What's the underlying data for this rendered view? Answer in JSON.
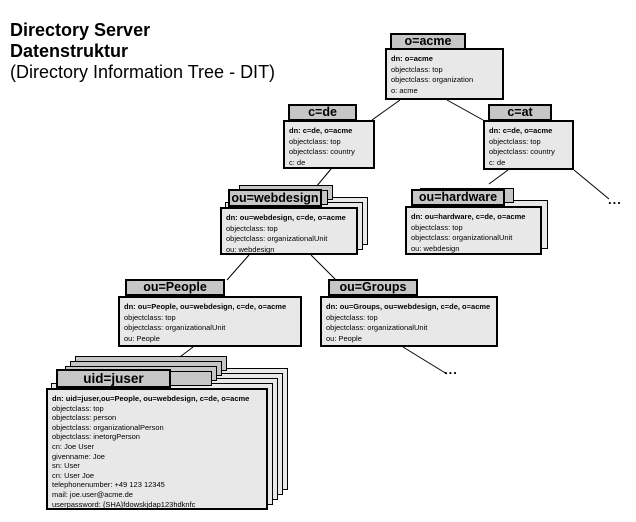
{
  "title": {
    "line1": "Directory Server",
    "line2": "Datenstruktur",
    "line3": "(Directory Information Tree - DIT)"
  },
  "colors": {
    "tab_fill": "#c6c6c6",
    "body_fill": "#e8e8e8",
    "border": "#000000",
    "background": "#ffffff"
  },
  "nodes": {
    "acme": {
      "label": "o=acme",
      "dn": "dn: o=acme",
      "lines": [
        "objectclass: top",
        "objectclass: organization",
        "o: acme"
      ]
    },
    "cde": {
      "label": "c=de",
      "dn": "dn: c=de, o=acme",
      "lines": [
        "objectclass: top",
        "objectclass: country",
        "c: de"
      ]
    },
    "cat": {
      "label": "c=at",
      "dn": "dn: c=de, o=acme",
      "lines": [
        "objectclass: top",
        "objectclass: country",
        "c: de"
      ]
    },
    "webdesign": {
      "label": "ou=webdesign",
      "dn": "dn: ou=webdesign, c=de, o=acme",
      "lines": [
        "objectclass: top",
        "objectclass: organizationalUnit",
        "ou: webdesign"
      ]
    },
    "hardware": {
      "label": "ou=hardware",
      "dn": "dn: ou=hardware, c=de, o=acme",
      "lines": [
        "objectclass: top",
        "objectclass: organizationalUnit",
        "ou: webdesign"
      ]
    },
    "people": {
      "label": "ou=People",
      "dn": "dn: ou=People, ou=webdesign, c=de, o=acme",
      "lines": [
        "objectclass: top",
        "objectclass: organizationalUnit",
        "ou: People"
      ]
    },
    "groups": {
      "label": "ou=Groups",
      "dn": "dn: ou=Groups, ou=webdesign, c=de, o=acme",
      "lines": [
        "objectclass: top",
        "objectclass: organizationalUnit",
        "ou: People"
      ]
    },
    "juser": {
      "label": "uid=juser",
      "dn": "dn: uid=juser,ou=People, ou=webdesign, c=de, o=acme",
      "lines": [
        "objectclass: top",
        "objectclass: person",
        "objectclass: organizationalPerson",
        "objectclass: inetorgPerson",
        "cn: Joe User",
        "givenname: Joe",
        "sn: User",
        "cn: User Joe",
        "telephonenumber: +49 123 12345",
        "mail: joe.user@acme.de",
        "userpassword: {SHA}fdowskjdap123hdknfc"
      ]
    }
  },
  "misc": {
    "ellipsis": "..."
  }
}
